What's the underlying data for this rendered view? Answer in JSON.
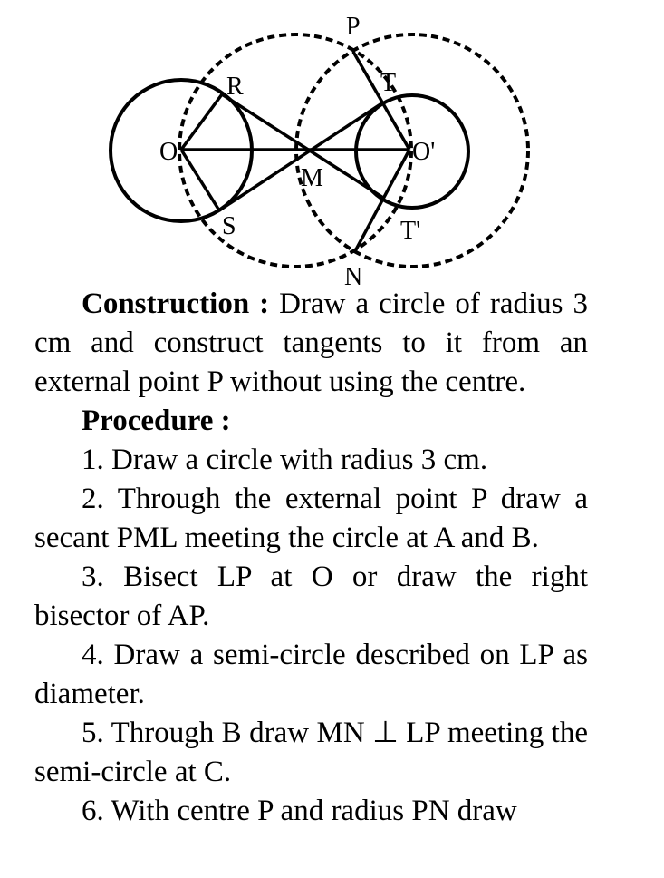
{
  "diagram": {
    "labels": {
      "P": "P",
      "R": "R",
      "T": "T",
      "O": "O",
      "O2": "O'",
      "M": "M",
      "S": "S",
      "T2": "T'",
      "N": "N"
    }
  },
  "construction": {
    "heading": "Construction :",
    "text": "Draw a circle of radius 3 cm and construct tangents to it from an external point P without using the centre."
  },
  "procedure": {
    "heading": "Procedure :",
    "steps": [
      "1. Draw a circle with radius 3 cm.",
      "2. Through the external point P draw a secant PML meeting the circle at A and B.",
      "3. Bisect LP at O or draw the right bisector of AP.",
      "4. Draw a semi-circle described on LP as diameter.",
      "5. Through B draw MN ⊥ LP meeting the semi-circle at C.",
      "6. With centre P and radius PN draw"
    ]
  }
}
